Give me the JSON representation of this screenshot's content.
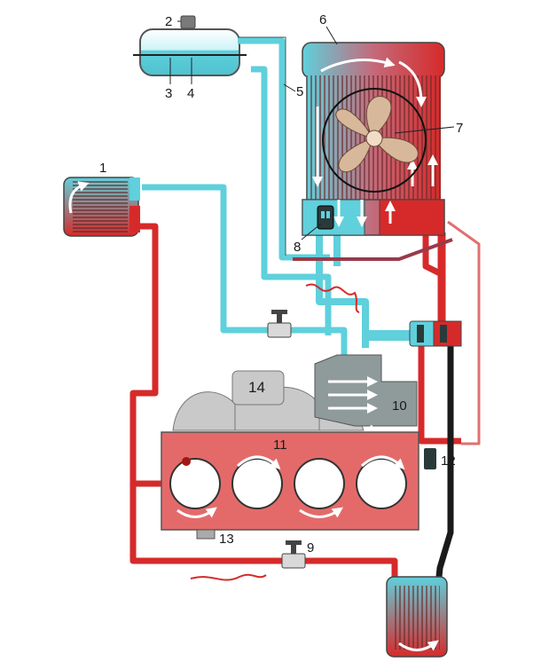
{
  "labels": {
    "l1": "1",
    "l2": "2",
    "l3": "3",
    "l4": "4",
    "l5": "5",
    "l6": "6",
    "l7": "7",
    "l8": "8",
    "l9": "9",
    "l10": "10",
    "l11": "11",
    "l12": "12",
    "l13": "13",
    "l14": "14"
  },
  "colors": {
    "hot": "#d62a2a",
    "cold": "#5fd0dc",
    "dark_hose": "#1a1a1a",
    "engine_block": "#e46a6a",
    "manifold": "#c9c9c9",
    "pump_housing": "#8f9a9a"
  },
  "icons": {
    "fan": "fan-icon",
    "thermostat": "thermostat-icon",
    "valve": "valve-icon"
  }
}
